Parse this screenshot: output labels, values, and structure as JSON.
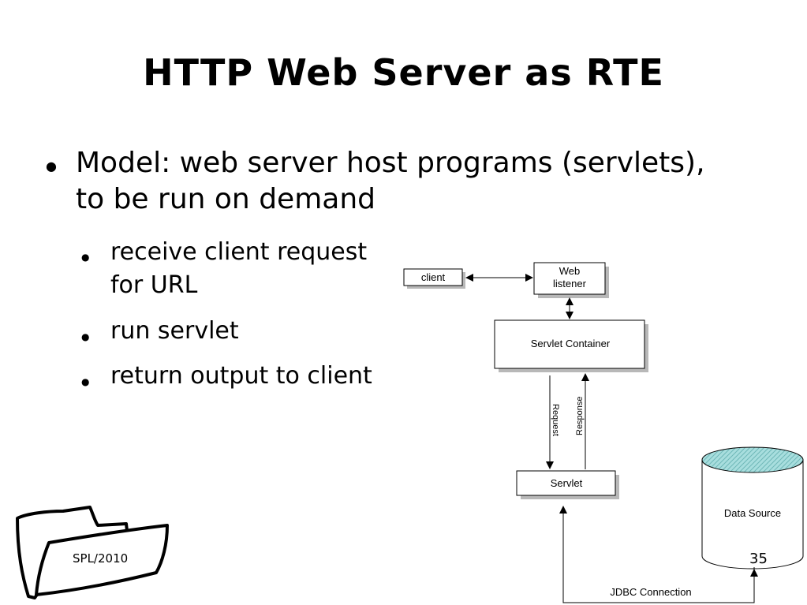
{
  "slide": {
    "title": "HTTP Web Server as RTE",
    "bullets": [
      {
        "line1": "Model: web server host programs (servlets),",
        "line2": "to be run on demand"
      }
    ],
    "sub_bullets": [
      {
        "line1": "receive client request",
        "line2": "for URL"
      },
      {
        "line1": "run servlet"
      },
      {
        "line1": "return output to client"
      }
    ],
    "footer": "SPL/2010",
    "page_number": "35"
  },
  "diagram": {
    "nodes": {
      "client": "client",
      "web_listener_line1": "Web",
      "web_listener_line2": "listener",
      "servlet_container": "Servlet Container",
      "servlet": "Servlet",
      "data_source": "Data Source"
    },
    "edges": {
      "request": "Request",
      "response": "Response",
      "jdbc": "JDBC Connection"
    },
    "colors": {
      "box_fill": "#ffffff",
      "box_shadow": "#b8b8b8",
      "cylinder_top": "#9fd6d6"
    }
  }
}
